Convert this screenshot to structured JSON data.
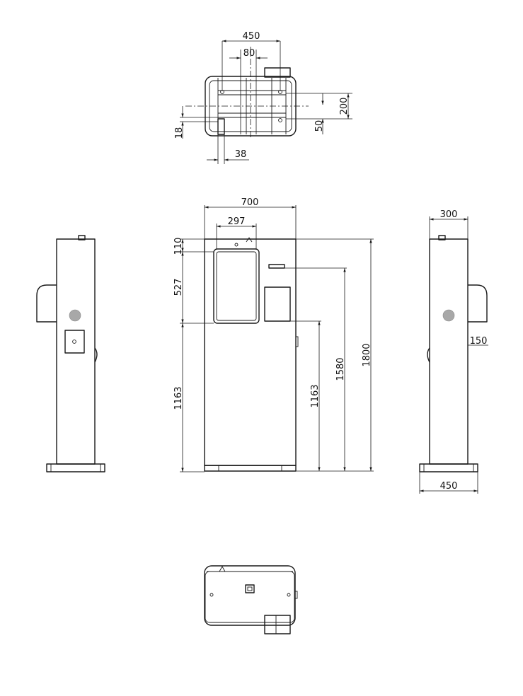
{
  "colors": {
    "line": "#1a1a1a",
    "speaker": "#a8a8a8",
    "background": "#ffffff"
  },
  "views": {
    "top": {
      "dims": {
        "width": "450",
        "hole_spacing": "80",
        "depth": "200",
        "offset": "50",
        "edge": "18",
        "slot": "38"
      }
    },
    "front": {
      "dims": {
        "width": "700",
        "screen_width": "297",
        "top_gap": "110",
        "screen_height": "527",
        "screen_bottom": "1163",
        "right_low": "1163",
        "slot_height": "1580",
        "total_height": "1800"
      }
    },
    "side": {
      "dims": {
        "depth": "300",
        "hood": "150",
        "base": "450"
      }
    }
  }
}
